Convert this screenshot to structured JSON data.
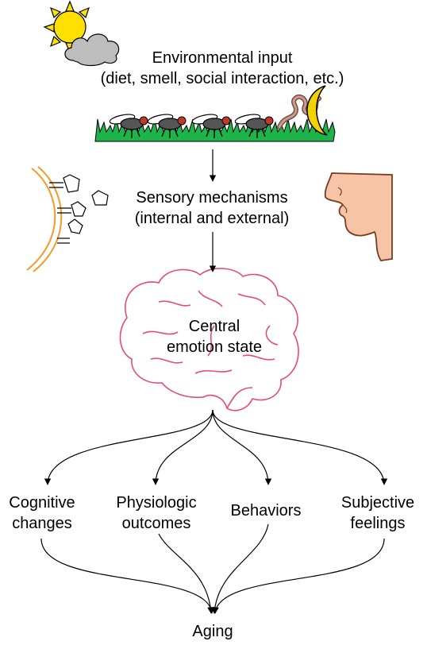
{
  "environment": {
    "line1": "Environmental input",
    "line2": "(diet, smell, social interaction, etc.)"
  },
  "sensory": {
    "line1": "Sensory mechanisms",
    "line2": "(internal and external)"
  },
  "central": {
    "line1": "Central",
    "line2": "emotion state"
  },
  "outcomes": [
    {
      "line1": "Cognitive",
      "line2": "changes"
    },
    {
      "line1": "Physiologic",
      "line2": "outcomes"
    },
    {
      "line1": "Behaviors",
      "line2": ""
    },
    {
      "line1": "Subjective",
      "line2": "feelings"
    }
  ],
  "final": "Aging",
  "colors": {
    "sun": "#FFE000",
    "cloud": "#BDBDBD",
    "grass": "#1DB54A",
    "moon": "#F2D200",
    "brain": "#E8487E",
    "skin": "#F7C4A8",
    "membrane": "#F39A2B"
  },
  "icons": [
    "sun-icon",
    "cloud-icon",
    "grass-icon",
    "fly-icon",
    "moon-icon",
    "worm-icon",
    "receptor-membrane-icon",
    "face-profile-icon",
    "brain-icon"
  ]
}
